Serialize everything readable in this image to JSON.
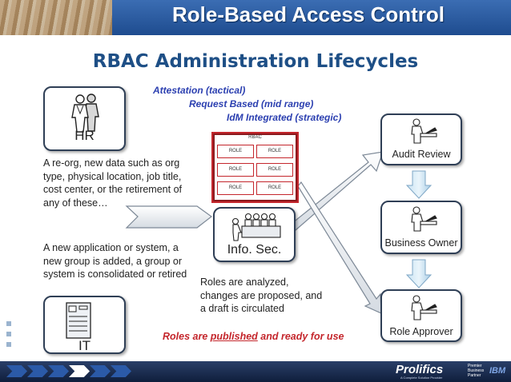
{
  "header": {
    "title": "Role-Based Access Control"
  },
  "subtitle": "RBAC Administration Lifecycles",
  "lifecycles": [
    "Attestation (tactical)",
    "Request Based (mid range)",
    "IdM Integrated (strategic)"
  ],
  "hr": {
    "label": "HR"
  },
  "it": {
    "label": "IT"
  },
  "rbac_box": {
    "title": "RBAC",
    "roles": [
      "ROLE",
      "ROLE",
      "ROLE",
      "ROLE",
      "ROLE",
      "ROLE"
    ]
  },
  "info_sec": {
    "label": "Info. Sec."
  },
  "text_hr": "A re-org, new data such as org type, physical location, job title, cost center, or the retirement of any of these…",
  "text_it": "A new application or system, a new group is added, a group or system is consolidated or retired",
  "text_infosec": "Roles are analyzed, changes are proposed, and a draft is circulated",
  "published": {
    "before": "Roles are ",
    "word": "published",
    "after": " and ready for use"
  },
  "reviewers": [
    "Audit Review",
    "Business Owner",
    "Role Approver"
  ],
  "footer": {
    "brand": "Prolifics",
    "brand_sub": "A Complete Solution Provider",
    "partner": "Premier Business Partner",
    "ibm": "IBM"
  },
  "colors": {
    "header": "#2d5ea6",
    "subtitle": "#1e4f86",
    "lifecycle_text": "#2b3fb0",
    "published_text": "#c4262c"
  }
}
